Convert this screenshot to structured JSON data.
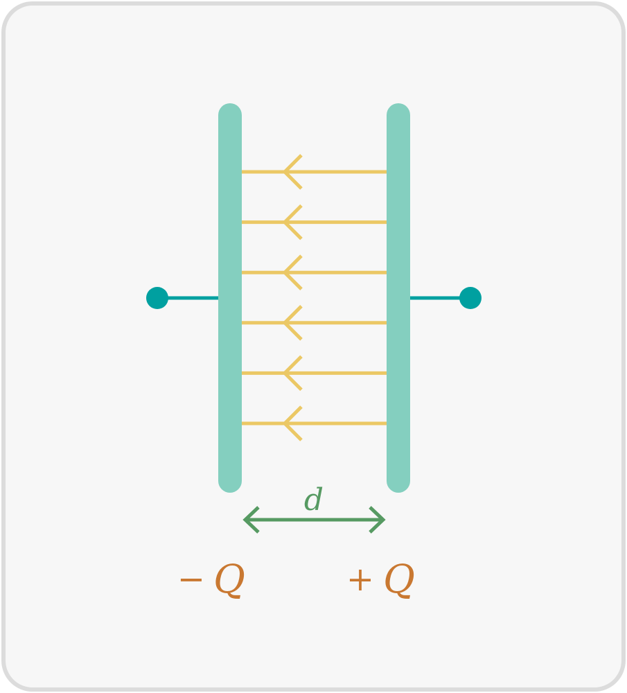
{
  "diagram": {
    "title": "",
    "colors": {
      "background": "#f7f7f7",
      "border": "#dcdcdc",
      "plate": "#84cfbf",
      "wire": "#00a0a0",
      "field_line": "#ebc865",
      "distance_arrow": "#569a62",
      "charge_label": "#c97831"
    },
    "field_line_count": 6,
    "field_direction": "right-to-left",
    "labels": {
      "distance": "d",
      "negative_sign": "−",
      "negative_charge": "Q",
      "positive_sign": "+",
      "positive_charge": "Q"
    }
  }
}
